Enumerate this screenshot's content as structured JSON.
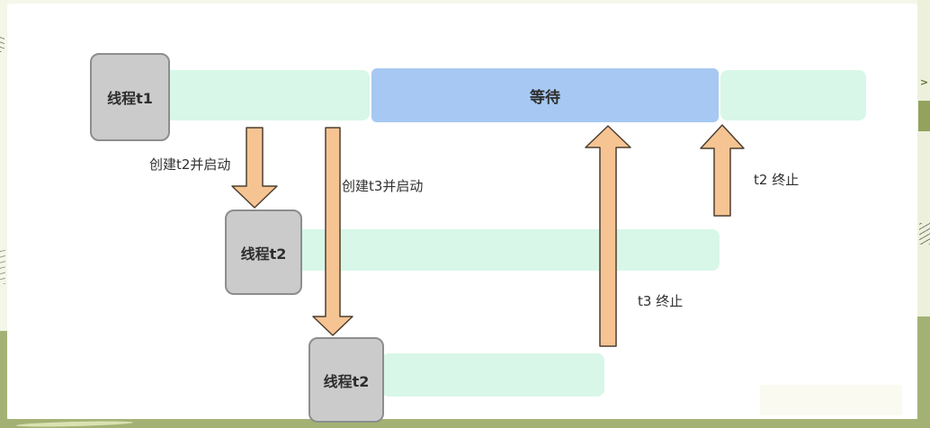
{
  "colors": {
    "bar_running": "#d8f7e8",
    "bar_waiting": "#a6c8f2",
    "thread_box": "#cbcbcb",
    "arrow_fill": "#f6c493",
    "arrow_stroke": "#4d3f2f",
    "frame_olive": "#a3b274",
    "frame_pale": "#f5f7ea",
    "text": "#303030"
  },
  "threads": {
    "t1": {
      "label": "线程t1"
    },
    "t2": {
      "label": "线程t2"
    },
    "t3": {
      "label": "线程t2"
    }
  },
  "bars": {
    "wait_label": "等待"
  },
  "annotations": {
    "create_t2": "创建t2并启动",
    "create_t3": "创建t3并启动",
    "t2_terminate": "t2 终止",
    "t3_terminate": "t3 终止"
  }
}
